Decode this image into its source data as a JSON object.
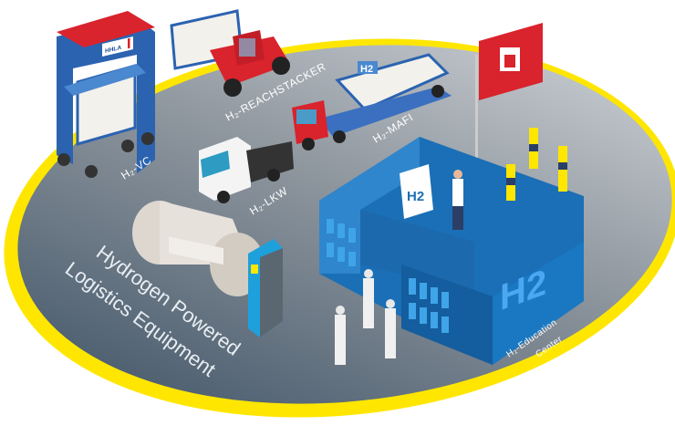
{
  "title": {
    "line1": "Hydrogen Powered",
    "line2": "Logistics Equipment"
  },
  "labels": {
    "vc": "H₂-VC",
    "reachstacker": "H₂-REACHSTACKER",
    "mafi": "H₂-MAFI",
    "lkw": "H₂-LKW",
    "education_1": "H₂-Education",
    "education_2": "Center"
  },
  "badges": {
    "h2": "H2",
    "hhla": "HHLA"
  },
  "colors": {
    "ring": "#ffe600",
    "ground_light": "#c9ced3",
    "ground_dark": "#3f5468",
    "blue": "#1d71b8",
    "red": "#d9232d"
  }
}
